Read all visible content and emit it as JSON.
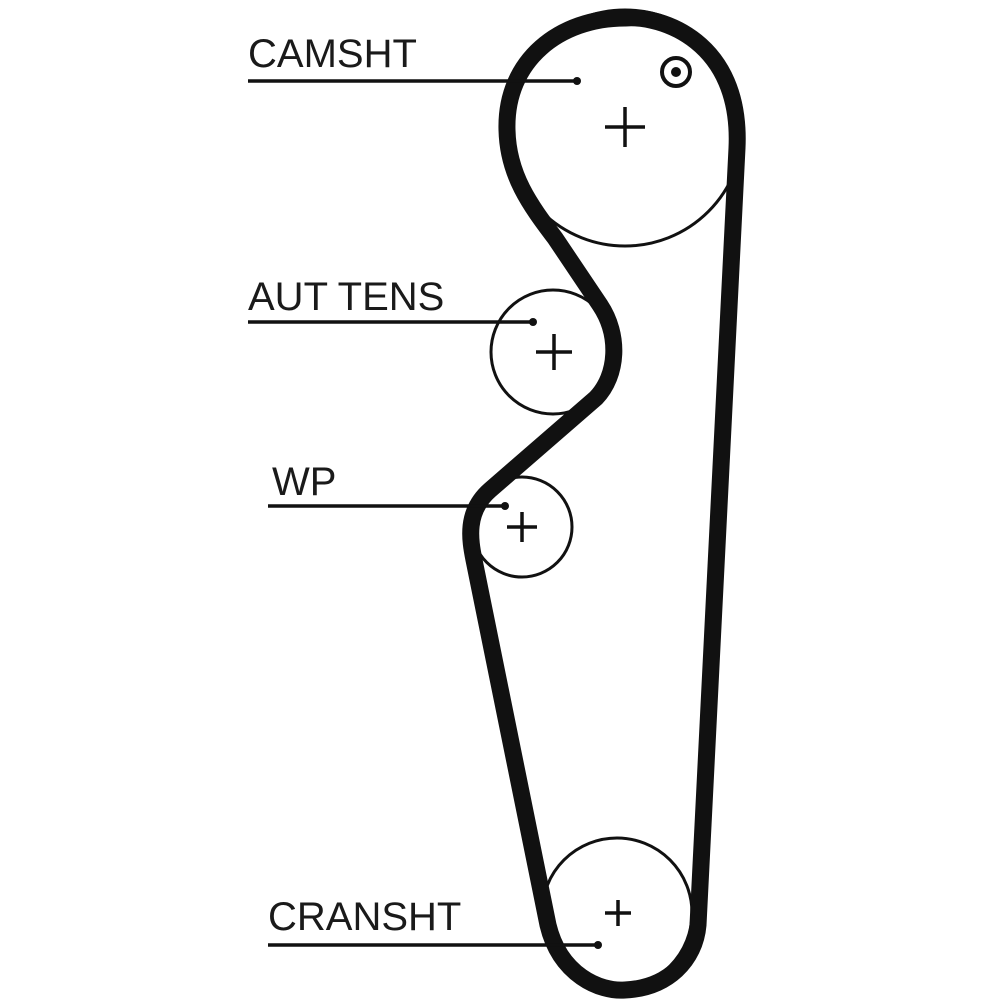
{
  "diagram": {
    "type": "timing-belt-routing",
    "colors": {
      "belt": "#111111",
      "background": "#ffffff"
    },
    "labels": {
      "camshaft": "CAMSHT",
      "tensioner": "AUT TENS",
      "water_pump": "WP",
      "crankshaft": "CRANSHT"
    },
    "components": [
      {
        "id": "camshaft",
        "label": "CAMSHT",
        "marker": "timing-mark-icon"
      },
      {
        "id": "tensioner",
        "label": "AUT TENS"
      },
      {
        "id": "water_pump",
        "label": "WP"
      },
      {
        "id": "crankshaft",
        "label": "CRANSHT"
      }
    ]
  }
}
